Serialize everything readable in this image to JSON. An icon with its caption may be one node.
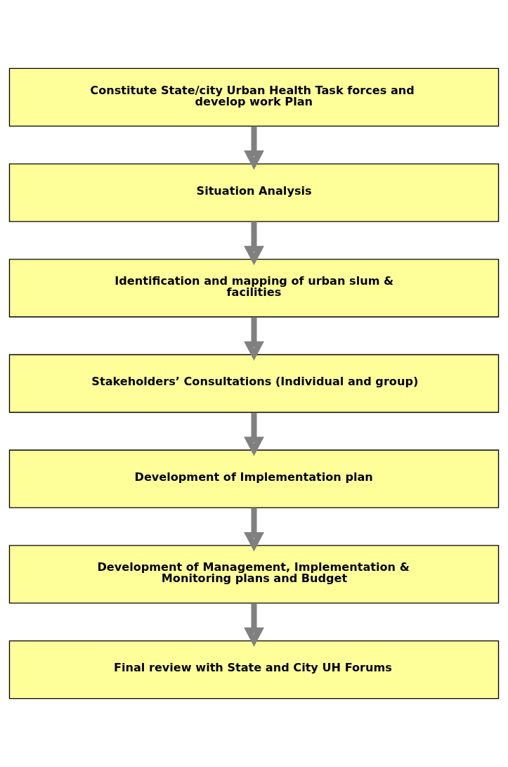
{
  "diagram": {
    "nodes": [
      {
        "text": [
          "Constitute State/city Urban Health Task forces and develop work Plan"
        ]
      },
      {
        "text": [
          "Situation Analysis"
        ]
      },
      {
        "text": [
          "Identification and mapping of urban slum & facilities"
        ]
      },
      {
        "text": [
          "Stakeholders’ Consultations (Individual and group)"
        ]
      },
      {
        "text": [
          "Development of Implementation plan"
        ]
      },
      {
        "text": [
          "Development of Management, Implementation & Monitoring plans and Budget"
        ]
      },
      {
        "text": [
          "Final review with State and City UH Forums"
        ]
      }
    ],
    "edges": [
      {
        "from": 0,
        "to": 1,
        "arrow": "to"
      },
      {
        "from": 1,
        "to": 2,
        "arrow": "to"
      },
      {
        "from": 2,
        "to": 3,
        "arrow": "to"
      },
      {
        "from": 3,
        "to": 4,
        "arrow": "to"
      },
      {
        "from": 4,
        "to": 5,
        "arrow": "to"
      },
      {
        "from": 5,
        "to": 6,
        "arrow": "to"
      }
    ]
  }
}
